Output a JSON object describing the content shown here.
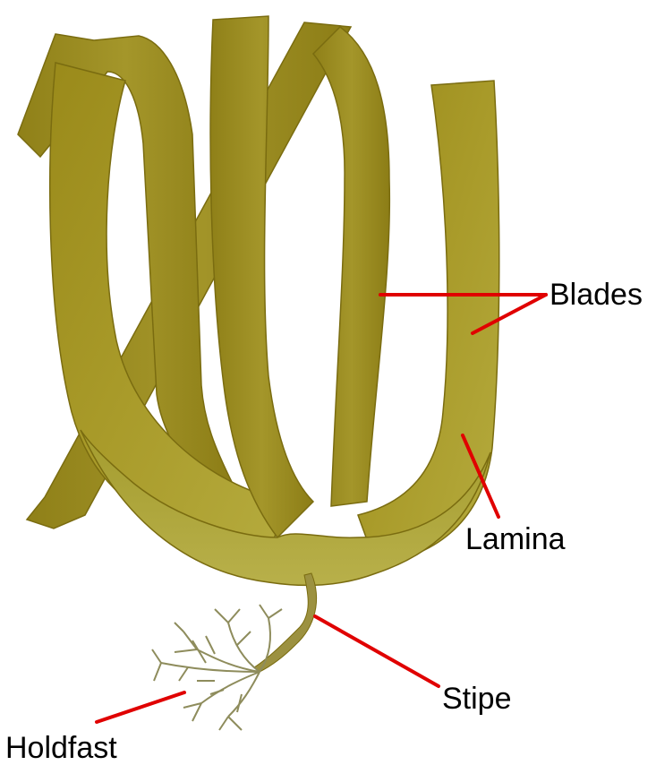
{
  "labels": {
    "blades": "Blades",
    "lamina": "Lamina",
    "stipe": "Stipe",
    "holdfast": "Holdfast"
  },
  "colors": {
    "leader_line": "#e00000",
    "blade_dark": "#8a7a12",
    "blade_mid": "#a89a22",
    "blade_light": "#c2b547",
    "holdfast": "#9a9a6a"
  }
}
